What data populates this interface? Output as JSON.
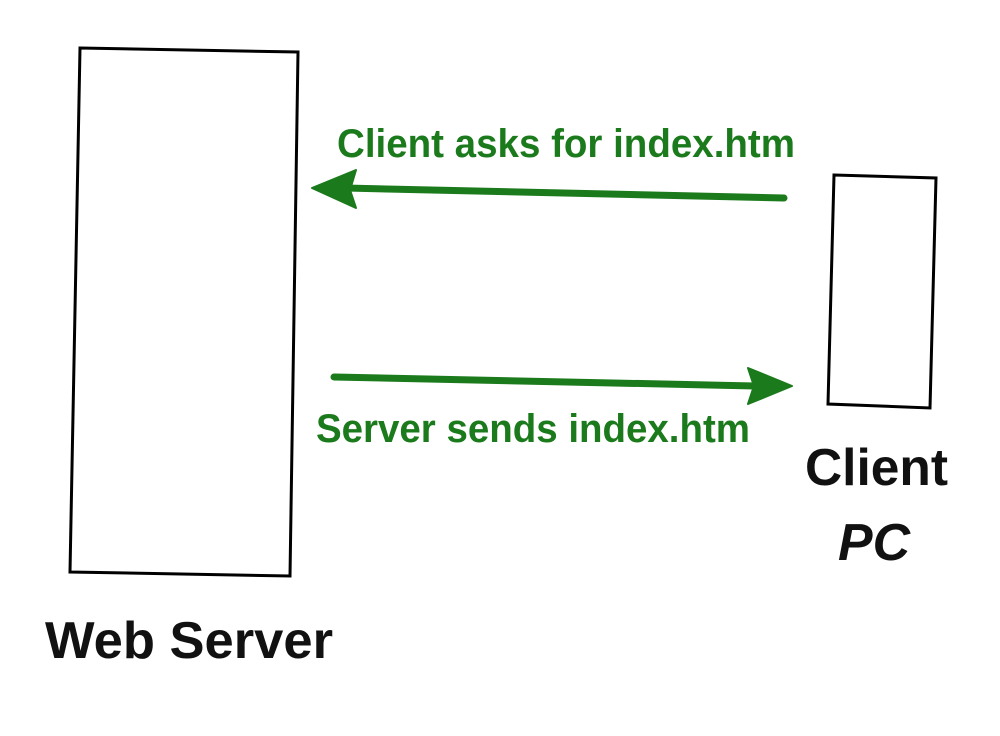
{
  "server": {
    "label": "Web Server"
  },
  "client": {
    "label_line1": "Client",
    "label_line2": "PC"
  },
  "messages": {
    "request": "Client asks for index.htm",
    "response": "Server sends index.htm"
  },
  "colors": {
    "arrow": "#1b7a1b",
    "outline": "#000000",
    "label": "#111111"
  }
}
